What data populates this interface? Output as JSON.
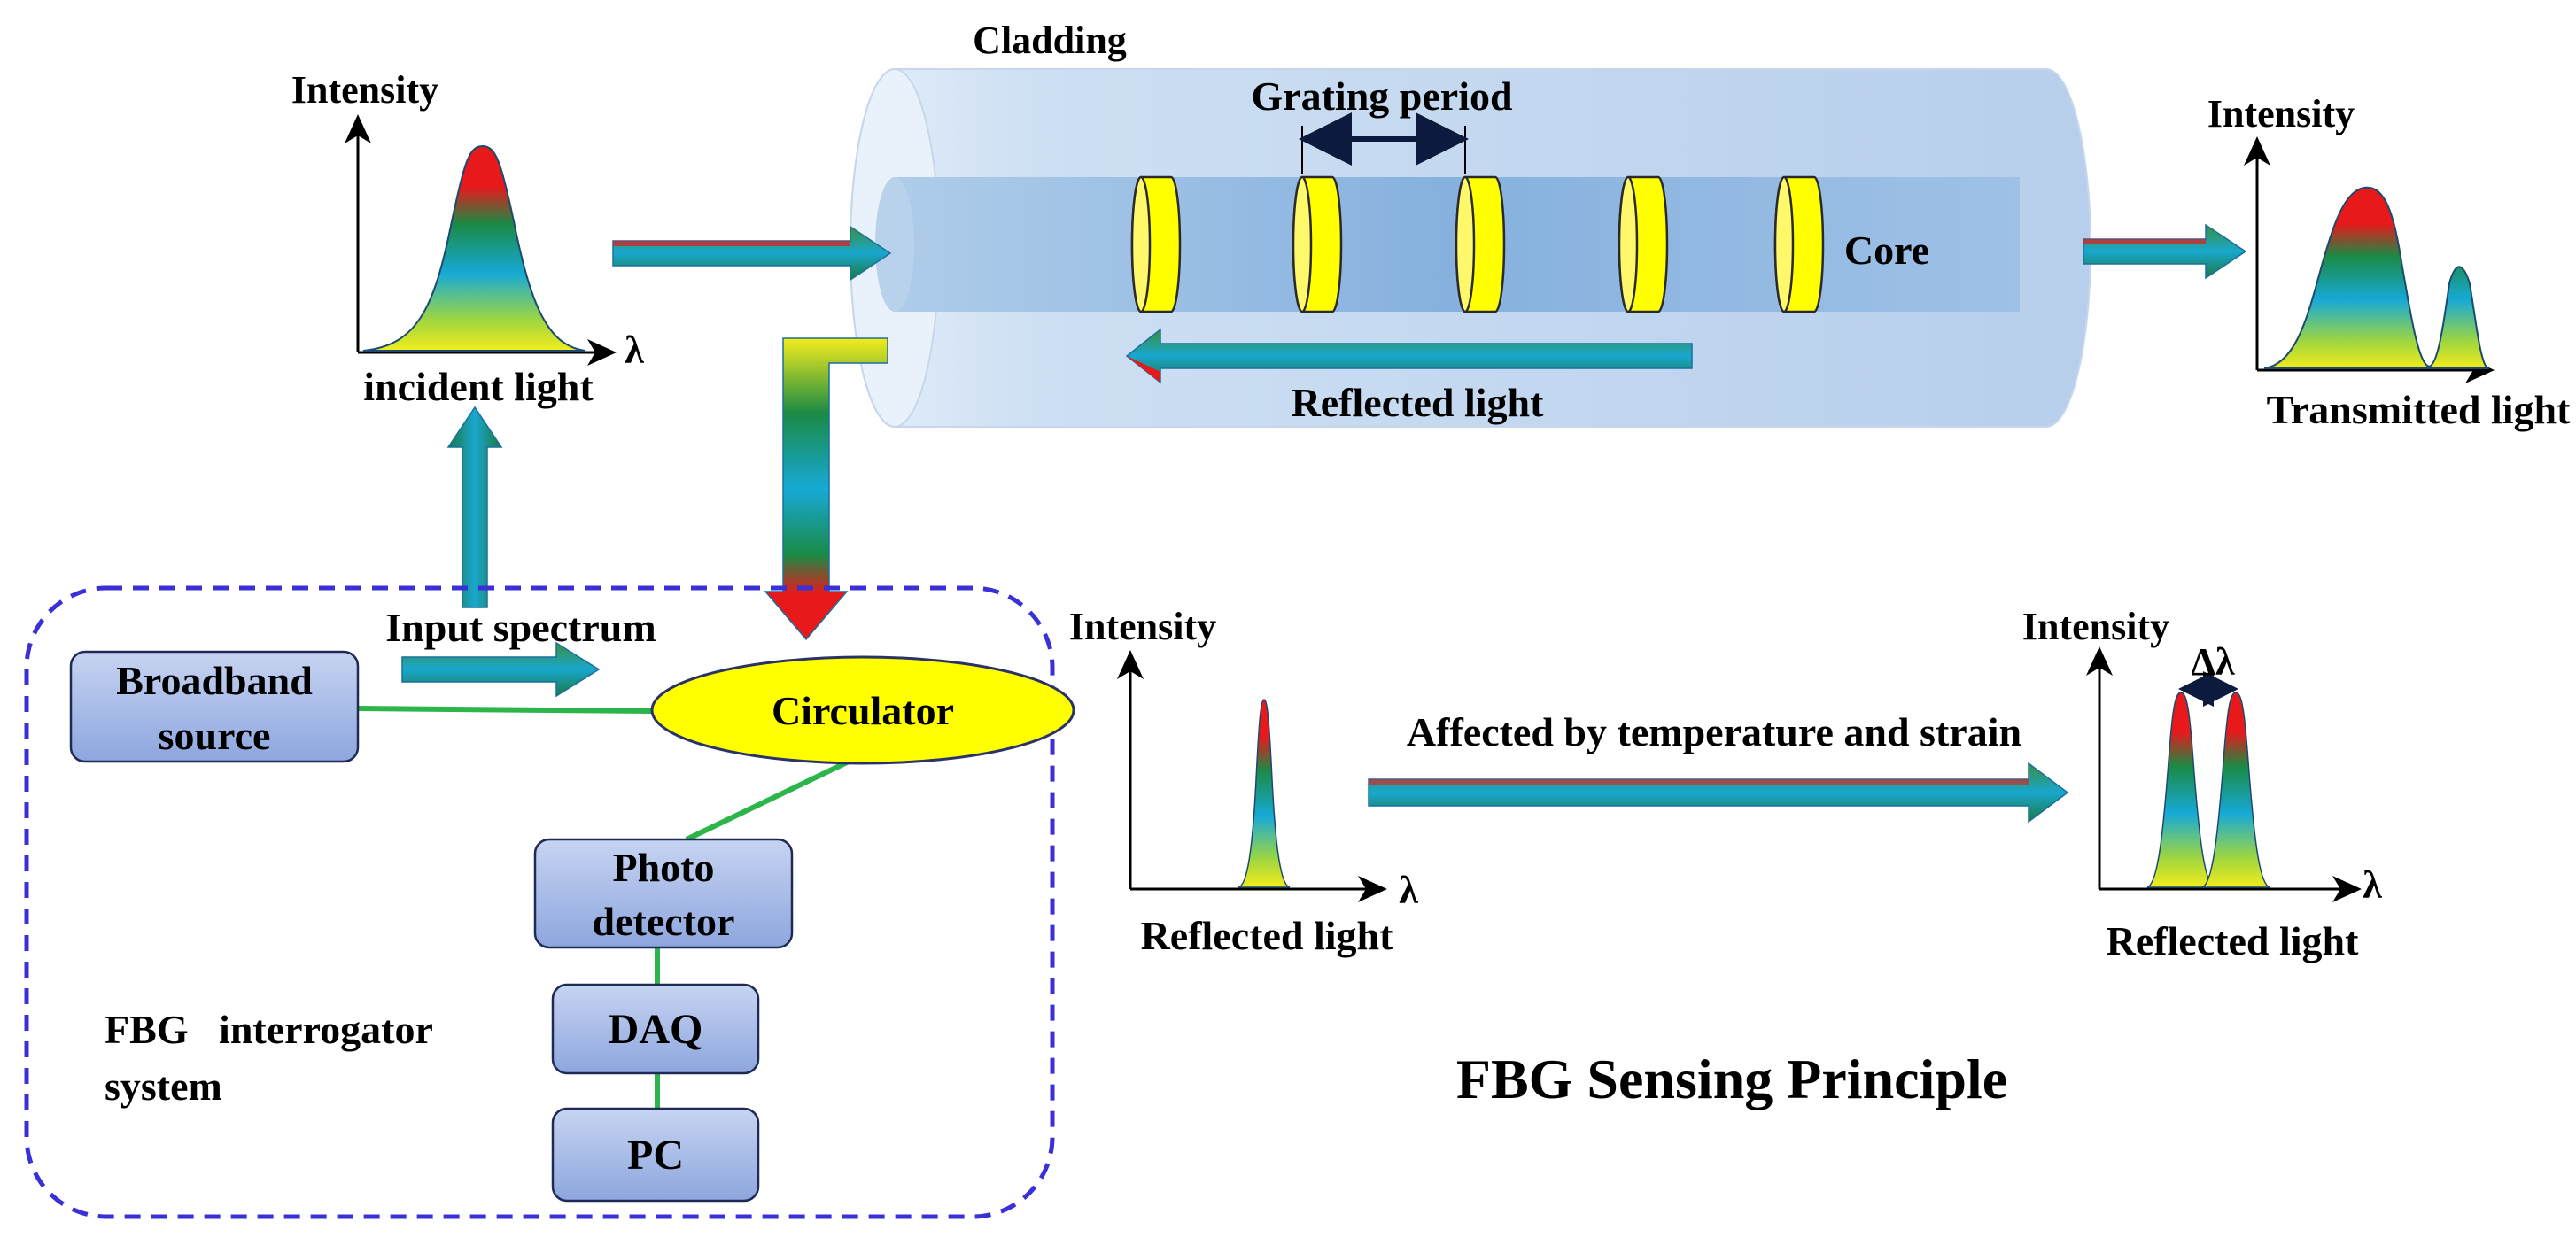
{
  "labels": {
    "cladding": "Cladding",
    "grating_period": "Grating period",
    "core": "Core",
    "reflected_light_fiber": "Reflected  light",
    "incident_intensity": "Intensity",
    "incident_lambda": "λ",
    "incident_light": "incident  light",
    "transmitted_intensity": "Intensity",
    "transmitted_light": "Transmitted  light",
    "input_spectrum": "Input spectrum",
    "broadband_source_line1": "Broadband",
    "broadband_source_line2": "source",
    "circulator": "Circulator",
    "photo_detector_line1": "Photo",
    "photo_detector_line2": "detector",
    "daq": "DAQ",
    "pc": "PC",
    "interrogator_line1": "FBG   interrogator",
    "interrogator_line2": "system",
    "reflected_intensity_1": "Intensity",
    "reflected_lambda_1": "λ",
    "reflected_light_1": "Reflected  light",
    "affected_by": "Affected by temperature and strain",
    "reflected_intensity_2": "Intensity",
    "delta_lambda": "Δλ",
    "reflected_lambda_2": "λ",
    "reflected_light_2": "Reflected  light",
    "main_title": "FBG Sensing Principle"
  },
  "colors": {
    "spectrum_red": "#e8191b",
    "spectrum_green": "#1a8a45",
    "spectrum_cyan": "#17a9d6",
    "spectrum_yellow": "#f3ec1c",
    "cladding_blue": "#c9dcf0",
    "core_blue": "#8fb6de",
    "grating_yellow": "#ffff00",
    "box_blue": "#a9bde8",
    "dashed_border": "#3b2fd8",
    "connector_green": "#2cb54a"
  }
}
